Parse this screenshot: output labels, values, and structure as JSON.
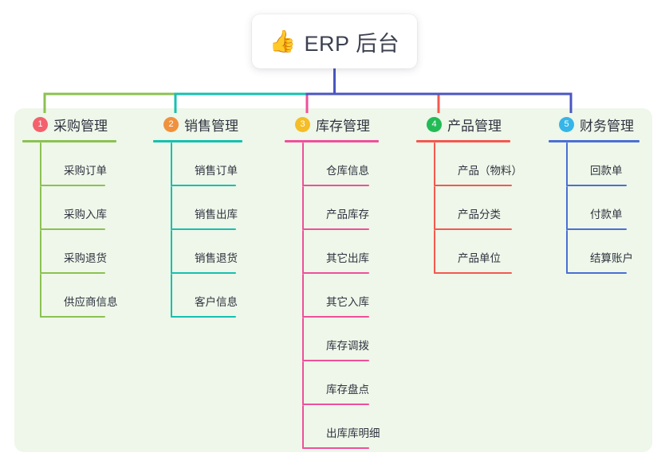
{
  "root": {
    "icon": "thumbs-up-icon",
    "emoji": "👍",
    "title": "ERP 后台"
  },
  "theme": {
    "panel_bg": "#eef7e9",
    "page_bg": "#ffffff",
    "trunk_color": "#4a56c0",
    "text_color": "#2f3340"
  },
  "columns": [
    {
      "index": "1",
      "title": "采购管理",
      "badge_color": "#f4606c",
      "line_color": "#8cc152",
      "connector_color": "#8cc152",
      "items": [
        "采购订单",
        "采购入库",
        "采购退货",
        "供应商信息"
      ]
    },
    {
      "index": "2",
      "title": "销售管理",
      "badge_color": "#f0913e",
      "line_color": "#16c0b0",
      "connector_color": "#16c0b0",
      "items": [
        "销售订单",
        "销售出库",
        "销售退货",
        "客户信息"
      ]
    },
    {
      "index": "3",
      "title": "库存管理",
      "badge_color": "#f5bd26",
      "line_color": "#ef4f9b",
      "connector_color": "#ef4f9b",
      "items": [
        "仓库信息",
        "产品库存",
        "其它出库",
        "其它入库",
        "库存调拨",
        "库存盘点",
        "出库库明细"
      ]
    },
    {
      "index": "4",
      "title": "产品管理",
      "badge_color": "#22bb55",
      "line_color": "#f4584f",
      "connector_color": "#f4584f",
      "items": [
        "产品（物料）",
        "产品分类",
        "产品单位"
      ]
    },
    {
      "index": "5",
      "title": "财务管理",
      "badge_color": "#35b5e8",
      "line_color": "#4a6fd4",
      "connector_color": "#4a56c0",
      "items": [
        "回款单",
        "付款单",
        "结算账户"
      ]
    }
  ]
}
